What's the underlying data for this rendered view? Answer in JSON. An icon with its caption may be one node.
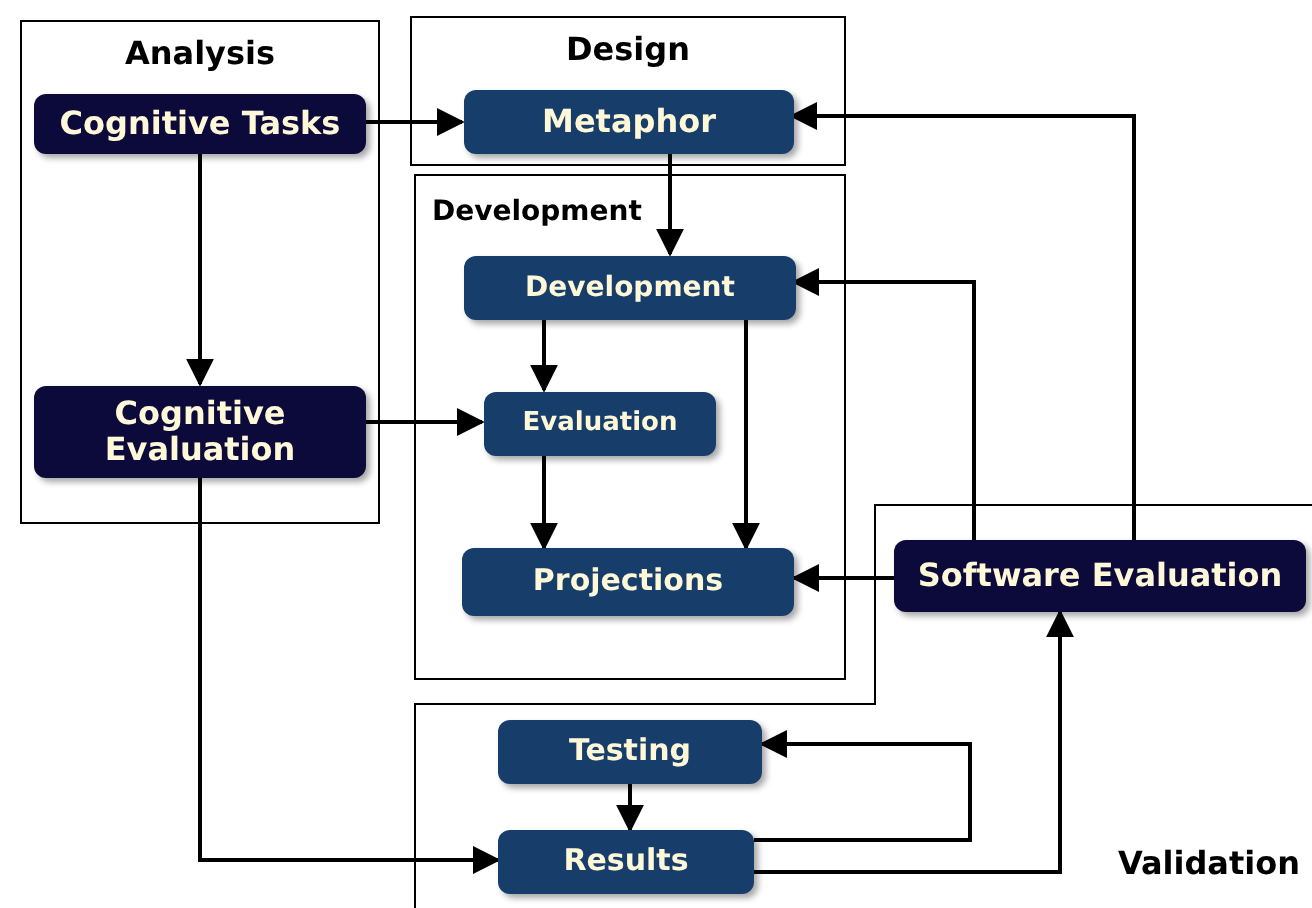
{
  "diagram": {
    "nodes": [
      {
        "text": [
          "Analysis"
        ]
      },
      {
        "text": [
          "Cognitive Tasks"
        ],
        "in": 0
      },
      {
        "text": [
          "Cognitive Evaluation"
        ],
        "in": 0
      },
      {
        "text": [
          "Design"
        ]
      },
      {
        "text": [
          "Metaphor"
        ],
        "in": 3
      },
      {
        "text": [
          "Development"
        ]
      },
      {
        "text": [
          "Development"
        ],
        "in": 5
      },
      {
        "text": [
          "Evaluation"
        ],
        "in": 5
      },
      {
        "text": [
          "Projections"
        ]
      },
      {
        "text": [
          "Validation"
        ]
      },
      {
        "text": [
          "Software Evaluation"
        ],
        "in": 9
      },
      {
        "text": [
          "Testing"
        ],
        "in": 9
      },
      {
        "text": [
          "Results"
        ],
        "in": 9
      }
    ],
    "edges": [
      {
        "from": 1,
        "to": 4,
        "arrow": "to"
      },
      {
        "from": 1,
        "to": 2,
        "arrow": "to"
      },
      {
        "from": 4,
        "to": 6,
        "arrow": "to"
      },
      {
        "from": 2,
        "to": 7,
        "arrow": "to"
      },
      {
        "from": 6,
        "to": 7,
        "arrow": "to"
      },
      {
        "from": 6,
        "to": 8,
        "arrow": "to"
      },
      {
        "from": 7,
        "to": 8,
        "arrow": "to"
      },
      {
        "from": 10,
        "to": 8,
        "arrow": "to"
      },
      {
        "from": 10,
        "to": 6,
        "arrow": "to"
      },
      {
        "from": 10,
        "to": 4,
        "arrow": "to"
      },
      {
        "from": 2,
        "to": 12,
        "arrow": "to"
      },
      {
        "from": 11,
        "to": 12,
        "arrow": "to"
      },
      {
        "from": 12,
        "to": 11,
        "arrow": "to"
      },
      {
        "from": 12,
        "to": 10,
        "arrow": "to"
      }
    ]
  }
}
